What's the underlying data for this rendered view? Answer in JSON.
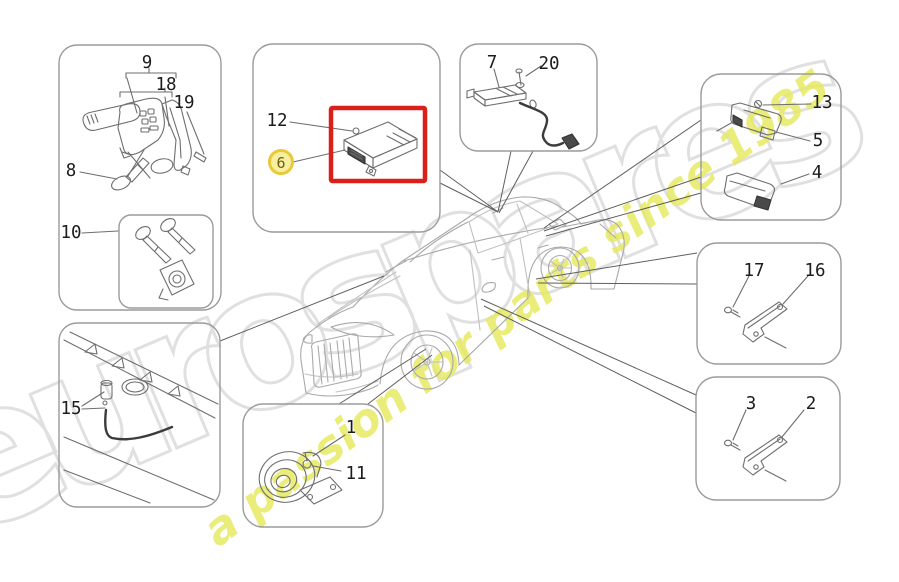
{
  "page": {
    "watermark": {
      "brand": "eurospares",
      "tagline": "a passion for parts since 1985"
    },
    "selected_part_number": "6",
    "callouts": {
      "n1": "1",
      "n2": "2",
      "n3": "3",
      "n4": "4",
      "n5": "5",
      "n6": "6",
      "n7": "7",
      "n8": "8",
      "n9": "9",
      "n10": "10",
      "n11": "11",
      "n12": "12",
      "n13": "13",
      "n15": "15",
      "n16": "16",
      "n17": "17",
      "n18": "18",
      "n19": "19",
      "n20": "20"
    },
    "colors": {
      "highlight_red": "#da201a",
      "badge_fill": "#f7efa0",
      "badge_ring": "#e9c93a",
      "watermark_gray": "#d9d9d9",
      "watermark_yellow": "#e7ea62"
    }
  }
}
